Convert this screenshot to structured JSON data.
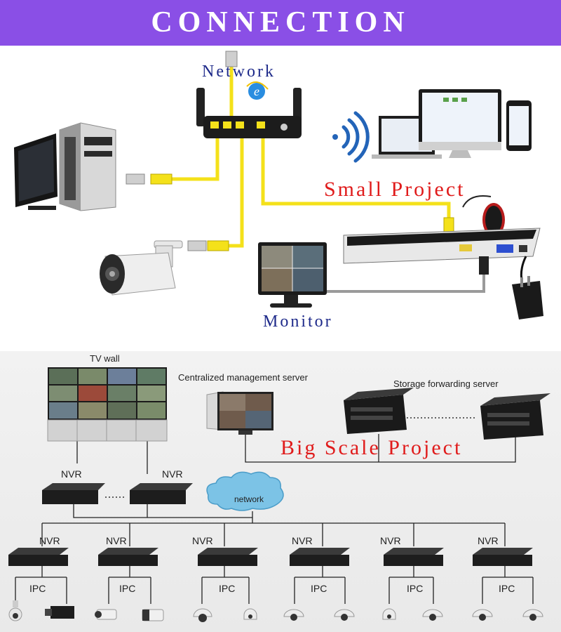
{
  "header": {
    "title": "CONNECTION"
  },
  "small": {
    "network_label": "Network",
    "project_label": "Small Project",
    "monitor_label": "Monitor"
  },
  "big": {
    "tv_wall_label": "TV wall",
    "cms_label": "Centralized management server",
    "storage_label": "Storage forwarding server",
    "project_label": "Big Scale Project",
    "network_cloud_label": "network",
    "nvr_label": "NVR",
    "ipc_label": "IPC"
  },
  "colors": {
    "header_bg": "#8a4fe6",
    "cable": "#f4e11a",
    "accent_red": "#e01b1b",
    "label_blue": "#1e2a8a",
    "cloud": "#7cc3e6"
  }
}
